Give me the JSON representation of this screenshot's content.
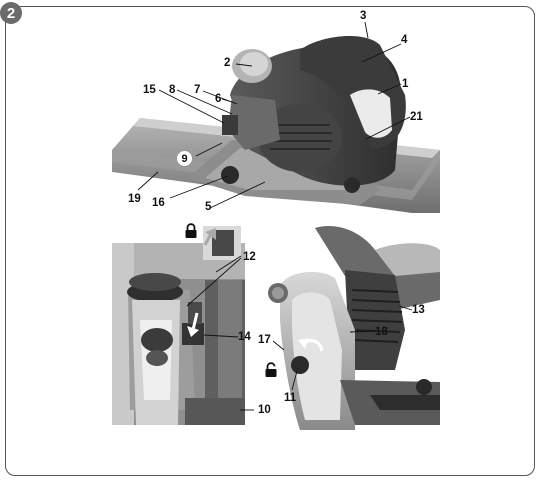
{
  "page": {
    "step_number": "2"
  },
  "callouts": {
    "c1": "1",
    "c2": "2",
    "c3": "3",
    "c4": "4",
    "c5": "5",
    "c6": "6",
    "c7": "7",
    "c8": "8",
    "c9": "9",
    "c10": "10",
    "c11": "11",
    "c12": "12",
    "c13": "13",
    "c14": "14",
    "c15": "15",
    "c16": "16",
    "c17": "17",
    "c18": "18",
    "c19": "19",
    "c21": "21"
  },
  "icons": {
    "lock_closed": "lock-closed-icon",
    "lock_open": "lock-open-icon",
    "arrow_down": "arrow-down-icon",
    "arrow_rotate": "rotate-arrow-icon"
  },
  "colors": {
    "badge": "#6b6b6b",
    "line": "#111111"
  }
}
